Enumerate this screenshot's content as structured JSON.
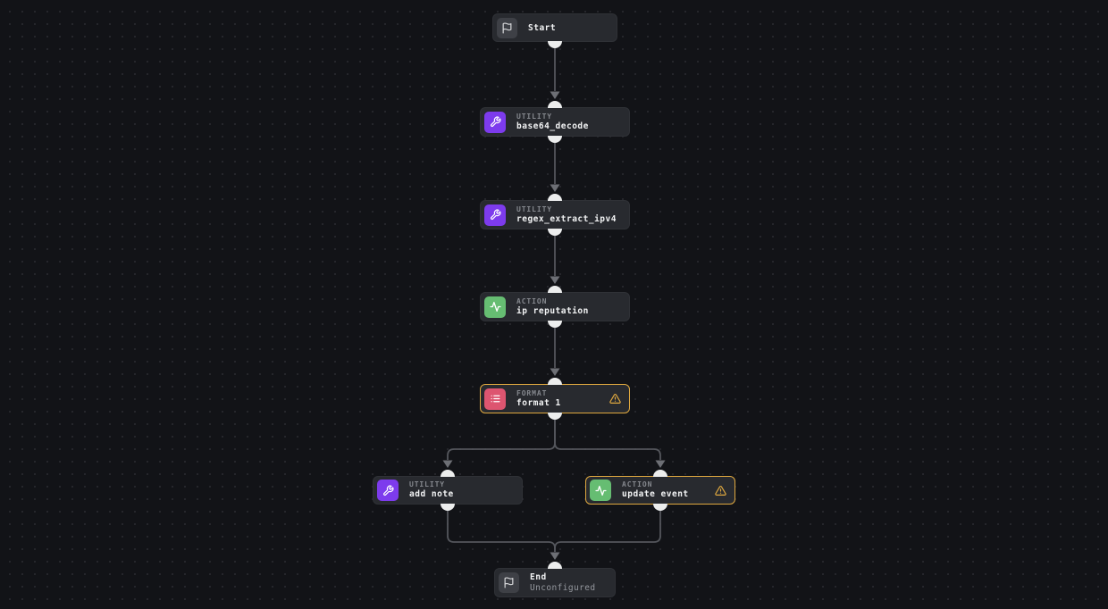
{
  "canvas": {
    "background": "#121317",
    "dot_color": "#27282d",
    "edge_color": "#54565c",
    "connector_color": "#eceded",
    "warning_color": "#dfa83f"
  },
  "colors": {
    "utility_accent": "#7d3bed",
    "action_accent": "#66bd72",
    "format_accent": "#dd5570",
    "terminal_accent": "#3e4046",
    "node_background": "#282a2f"
  },
  "nodes": [
    {
      "id": "start",
      "kind": "terminal",
      "name": "Start",
      "icon": "flag-icon"
    },
    {
      "id": "base64_decode",
      "kind": "utility",
      "type_label": "UTILITY",
      "name": "base64_decode",
      "icon": "wrench-icon"
    },
    {
      "id": "regex_extract_ipv4",
      "kind": "utility",
      "type_label": "UTILITY",
      "name": "regex_extract_ipv4",
      "icon": "wrench-icon"
    },
    {
      "id": "ip_reputation",
      "kind": "action",
      "type_label": "ACTION",
      "name": "ip reputation",
      "icon": "activity-icon"
    },
    {
      "id": "format_1",
      "kind": "format",
      "type_label": "FORMAT",
      "name": "format 1",
      "icon": "list-icon",
      "warning": true
    },
    {
      "id": "add_note",
      "kind": "utility",
      "type_label": "UTILITY",
      "name": "add note",
      "icon": "wrench-icon"
    },
    {
      "id": "update_event",
      "kind": "action",
      "type_label": "ACTION",
      "name": "update event",
      "icon": "activity-icon",
      "warning": true
    },
    {
      "id": "end",
      "kind": "terminal",
      "name": "End",
      "status": "Unconfigured",
      "icon": "flag-icon"
    }
  ],
  "edges": [
    {
      "from": "start",
      "to": "base64_decode"
    },
    {
      "from": "base64_decode",
      "to": "regex_extract_ipv4"
    },
    {
      "from": "regex_extract_ipv4",
      "to": "ip_reputation"
    },
    {
      "from": "ip_reputation",
      "to": "format_1"
    },
    {
      "from": "format_1",
      "to": "add_note"
    },
    {
      "from": "format_1",
      "to": "update_event"
    },
    {
      "from": "add_note",
      "to": "end"
    },
    {
      "from": "update_event",
      "to": "end"
    }
  ]
}
